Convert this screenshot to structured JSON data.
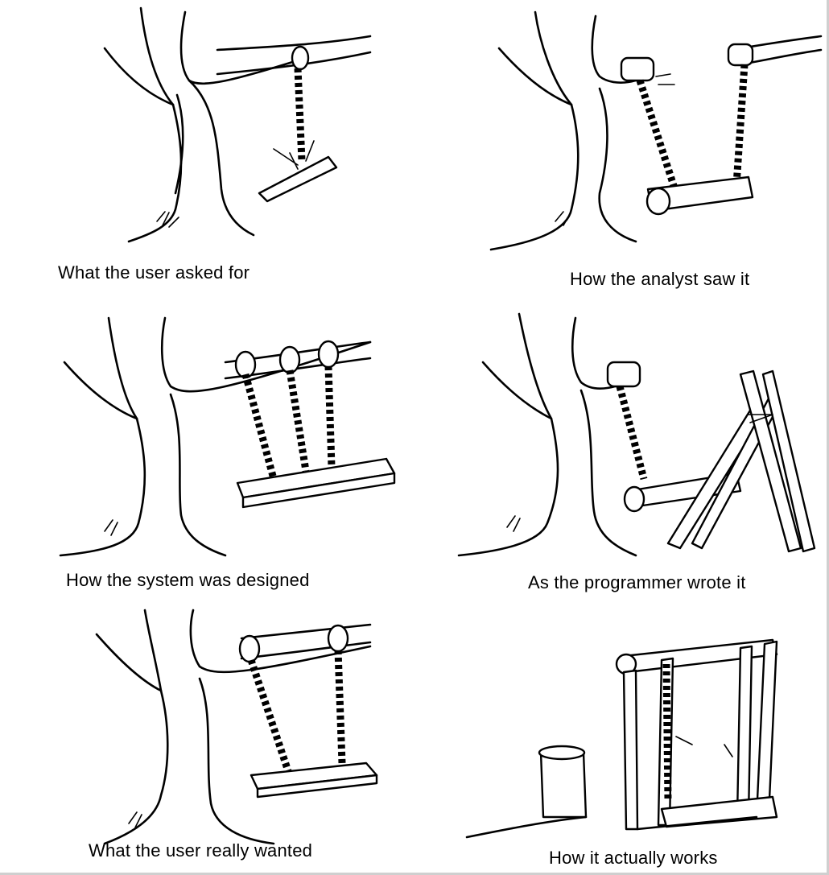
{
  "panels": [
    {
      "caption": "What the user asked for"
    },
    {
      "caption": "How the analyst saw it"
    },
    {
      "caption": "How the system was designed"
    },
    {
      "caption": "As the programmer wrote it"
    },
    {
      "caption": "What the user really wanted"
    },
    {
      "caption": "How it actually works"
    }
  ]
}
